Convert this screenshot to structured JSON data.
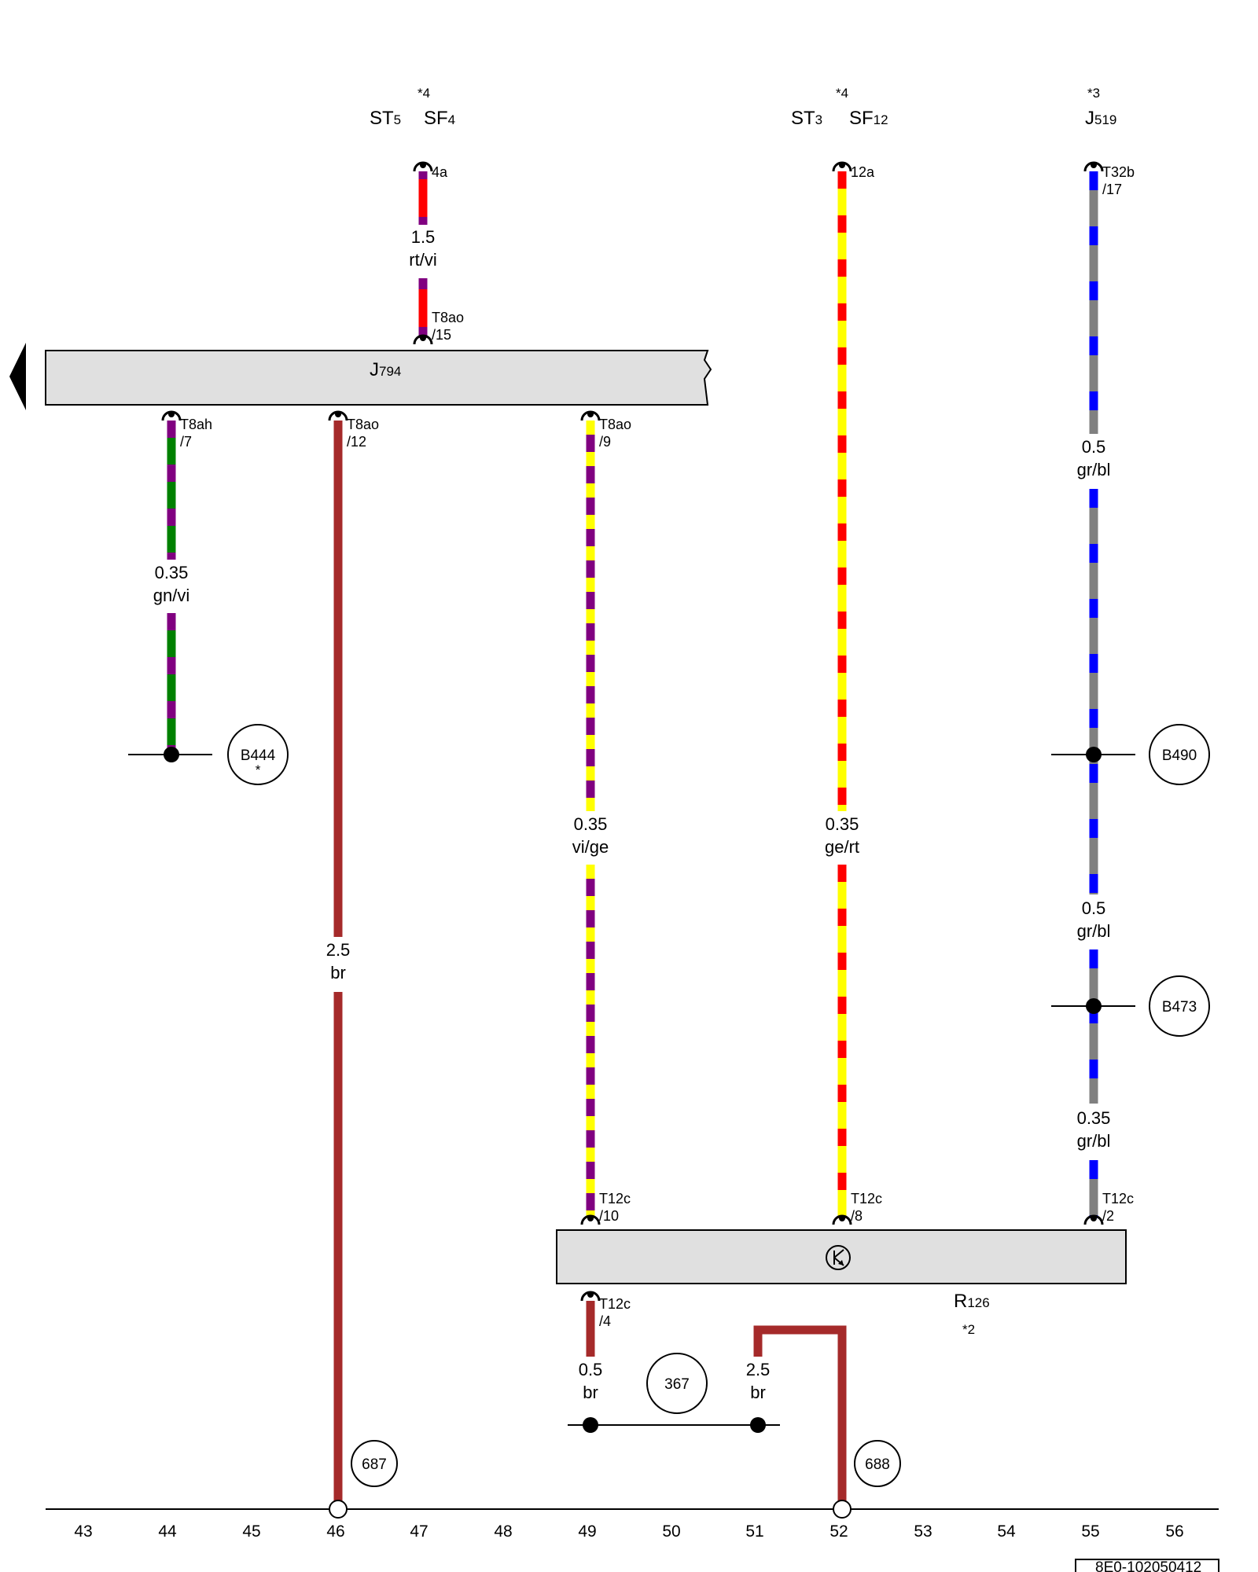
{
  "top_labels": [
    {
      "id": "st5",
      "main": "ST",
      "sub": "5"
    },
    {
      "id": "sf4",
      "main": "SF",
      "sub": "4",
      "star": "*4"
    },
    {
      "id": "st3",
      "main": "ST",
      "sub": "3"
    },
    {
      "id": "sf12",
      "main": "SF",
      "sub": "12",
      "star": "*4"
    },
    {
      "id": "j519",
      "main": "J",
      "sub": "519",
      "star": "*3"
    }
  ],
  "components": {
    "j794": {
      "main": "J",
      "sub": "794"
    },
    "r126": {
      "main": "R",
      "sub": "126",
      "note": "*2"
    }
  },
  "connectors": [
    {
      "id": "c4a",
      "l1": "4a",
      "l2": ""
    },
    {
      "id": "c12a",
      "l1": "12a",
      "l2": ""
    },
    {
      "id": "ct32b",
      "l1": "T32b",
      "l2": "/17"
    },
    {
      "id": "ct8ao15",
      "l1": "T8ao",
      "l2": "/15"
    },
    {
      "id": "ct8ah7",
      "l1": "T8ah",
      "l2": "/7"
    },
    {
      "id": "ct8ao12",
      "l1": "T8ao",
      "l2": "/12"
    },
    {
      "id": "ct8ao9",
      "l1": "T8ao",
      "l2": "/9"
    },
    {
      "id": "ct12c10",
      "l1": "T12c",
      "l2": "/10"
    },
    {
      "id": "ct12c8",
      "l1": "T12c",
      "l2": "/8"
    },
    {
      "id": "ct12c2",
      "l1": "T12c",
      "l2": "/2"
    },
    {
      "id": "ct12c4",
      "l1": "T12c",
      "l2": "/4"
    }
  ],
  "wire_labels": [
    {
      "id": "w1",
      "size": "1.5",
      "color": "rt/vi"
    },
    {
      "id": "w2",
      "size": "0.35",
      "color": "gn/vi"
    },
    {
      "id": "w3",
      "size": "2.5",
      "color": "br"
    },
    {
      "id": "w4",
      "size": "0.35",
      "color": "vi/ge"
    },
    {
      "id": "w5",
      "size": "0.35",
      "color": "ge/rt"
    },
    {
      "id": "w6",
      "size": "0.5",
      "color": "gr/bl"
    },
    {
      "id": "w7",
      "size": "0.5",
      "color": "gr/bl"
    },
    {
      "id": "w8",
      "size": "0.35",
      "color": "gr/bl"
    },
    {
      "id": "w9",
      "size": "0.5",
      "color": "br"
    },
    {
      "id": "w10",
      "size": "2.5",
      "color": "br"
    }
  ],
  "circles": [
    {
      "id": "b444",
      "label": "B444",
      "star": "*"
    },
    {
      "id": "b490",
      "label": "B490"
    },
    {
      "id": "b473",
      "label": "B473"
    },
    {
      "id": "n367",
      "label": "367"
    },
    {
      "id": "n687",
      "label": "687"
    },
    {
      "id": "n688",
      "label": "688"
    }
  ],
  "grid_numbers": [
    "43",
    "44",
    "45",
    "46",
    "47",
    "48",
    "49",
    "50",
    "51",
    "52",
    "53",
    "54",
    "55",
    "56"
  ],
  "doc_ref": "8E0-102050412",
  "colors": {
    "rt": "#ff0000",
    "vi": "#800080",
    "gn": "#008000",
    "ge": "#ffff00",
    "gr": "#808080",
    "bl": "#0000ff",
    "br": "#a52a2a",
    "component_fill": "#e0e0e0"
  }
}
